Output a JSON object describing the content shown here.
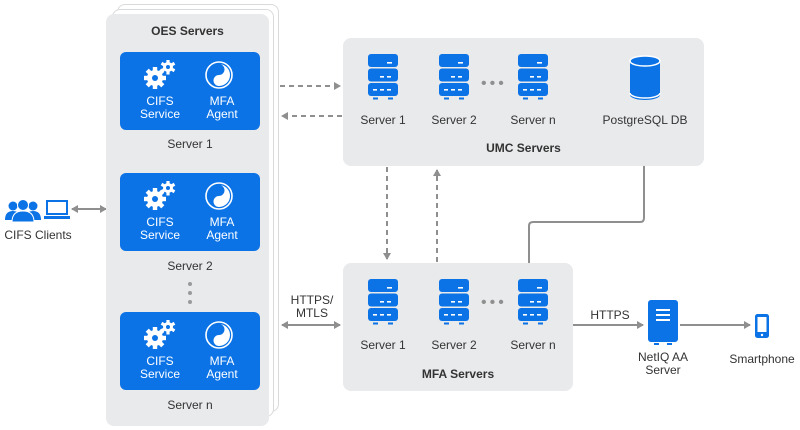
{
  "colors": {
    "accent": "#0b73e6",
    "panel": "#e9eaec",
    "connector": "#8f8f8f"
  },
  "clients": {
    "label": "CIFS Clients",
    "icons": [
      "users-icon",
      "laptop-icon"
    ]
  },
  "oes": {
    "title": "OES Servers",
    "servers": [
      {
        "name": "Server 1",
        "service": "CIFS\nService",
        "service_l1": "CIFS",
        "service_l2": "Service",
        "agent_l1": "MFA",
        "agent_l2": "Agent"
      },
      {
        "name": "Server 2",
        "service_l1": "CIFS",
        "service_l2": "Service",
        "agent_l1": "MFA",
        "agent_l2": "Agent"
      },
      {
        "name": "Server n",
        "service_l1": "CIFS",
        "service_l2": "Service",
        "agent_l1": "MFA",
        "agent_l2": "Agent"
      }
    ]
  },
  "umc": {
    "title": "UMC Servers",
    "servers": [
      "Server 1",
      "Server 2",
      "Server n"
    ],
    "db": "PostgreSQL DB"
  },
  "mfa": {
    "title": "MFA Servers",
    "servers": [
      "Server 1",
      "Server 2",
      "Server n"
    ]
  },
  "links": {
    "oes_mfa_l1": "HTTPS/",
    "oes_mfa_l2": "MTLS",
    "mfa_netiq": "HTTPS"
  },
  "netiq": {
    "l1": "NetIQ AA",
    "l2": "Server"
  },
  "smartphone": {
    "label": "Smartphone"
  }
}
